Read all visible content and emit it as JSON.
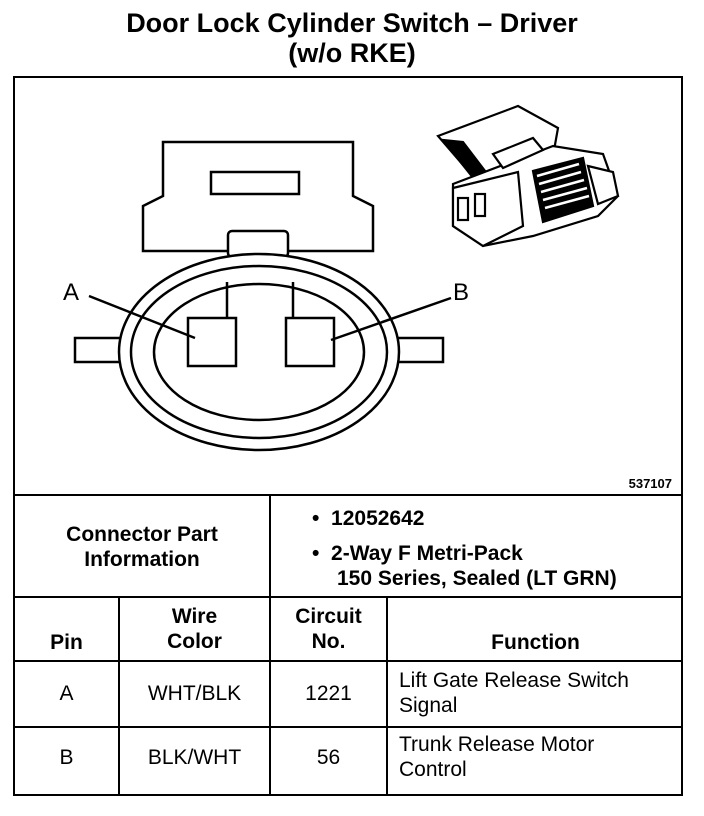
{
  "title": {
    "line1": "Door Lock Cylinder Switch – Driver",
    "line2": "(w/o RKE)"
  },
  "diagram": {
    "label_a": "A",
    "label_b": "B",
    "part_ref": "537107"
  },
  "connector_info": {
    "heading_line1": "Connector Part",
    "heading_line2": "Information",
    "part_number": "12052642",
    "type_line1": "2-Way F Metri-Pack",
    "type_line2": "150 Series, Sealed (LT GRN)",
    "bullet": "•"
  },
  "table": {
    "headers": {
      "pin": "Pin",
      "wire_line1": "Wire",
      "wire_line2": "Color",
      "circuit_line1": "Circuit",
      "circuit_line2": "No.",
      "function": "Function"
    },
    "rows": [
      {
        "pin": "A",
        "wire": "WHT/BLK",
        "circuit": "1221",
        "function_line1": "Lift Gate Release Switch",
        "function_line2": "Signal"
      },
      {
        "pin": "B",
        "wire": "BLK/WHT",
        "circuit": "56",
        "function_line1": "Trunk Release Motor",
        "function_line2": "Control"
      }
    ]
  }
}
